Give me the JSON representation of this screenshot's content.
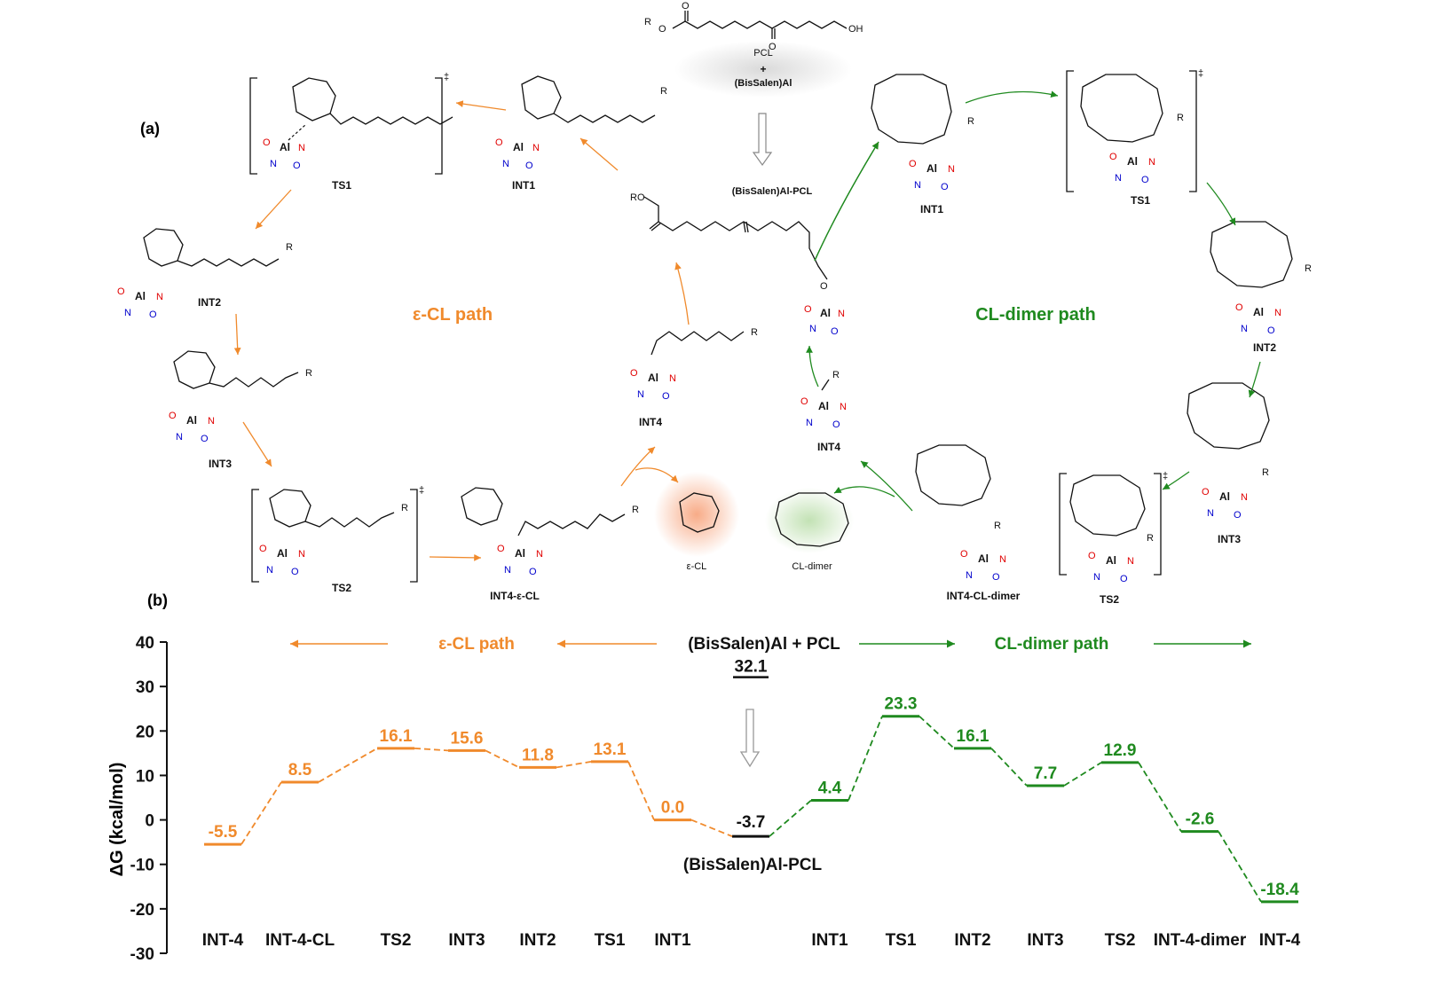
{
  "colors": {
    "ecl": "#f08a2c",
    "dimer": "#1f8a1f",
    "black": "#111111",
    "gray": "#999999"
  },
  "panel_a": {
    "label": "(a)",
    "ecl_path_label": "ε-CL path",
    "dimer_path_label": "CL-dimer path",
    "top_reactant": {
      "pcl": "PCL",
      "plus": "+",
      "catalyst": "(BisSalen)Al",
      "product": "(BisSalen)Al-PCL"
    },
    "atoms": {
      "O": "O",
      "N": "N",
      "Al": "Al",
      "R": "R",
      "OH": "OH",
      "dagger": "‡"
    },
    "ecl_species": [
      "TS1",
      "INT1",
      "INT2",
      "INT3",
      "TS2",
      "INT4-ε-CL",
      "INT4",
      "ε-CL"
    ],
    "dimer_species": [
      "INT1",
      "TS1",
      "INT2",
      "INT3",
      "TS2",
      "INT4-CL-dimer",
      "INT4",
      "CL-dimer"
    ]
  },
  "panel_b": {
    "label": "(b)",
    "top_center": "(BisSalen)Al  + PCL",
    "ecl_path_label": "ε-CL path",
    "dimer_path_label": "CL-dimer path",
    "center_bottom_label": "(BisSalen)Al-PCL"
  },
  "chart_data": {
    "type": "energy_profile",
    "ylabel": "ΔG (kcal/mol)",
    "ylim": [
      -30,
      40
    ],
    "yticks": [
      40,
      30,
      20,
      10,
      0,
      -10,
      -20,
      -30
    ],
    "reference": {
      "label": "(BisSalen)Al  + PCL",
      "value": 32.1,
      "value_label": "32.1"
    },
    "center": {
      "label": "(BisSalen)Al-PCL",
      "value": -3.7,
      "value_label": "-3.7"
    },
    "series": [
      {
        "name": "ε-CL path",
        "color": "#f08a2c",
        "categories": [
          "INT-4",
          "INT-4-CL",
          "TS2",
          "INT3",
          "INT2",
          "TS1",
          "INT1"
        ],
        "values": [
          -5.5,
          8.5,
          16.1,
          15.6,
          11.8,
          13.1,
          0.0
        ],
        "value_labels": [
          "-5.5",
          "8.5",
          "16.1",
          "15.6",
          "11.8",
          "13.1",
          "0.0"
        ]
      },
      {
        "name": "CL-dimer path",
        "color": "#1f8a1f",
        "categories": [
          "INT1",
          "TS1",
          "INT2",
          "INT3",
          "TS2",
          "INT-4-dimer",
          "INT-4"
        ],
        "values": [
          4.4,
          23.3,
          16.1,
          7.7,
          12.9,
          -2.6,
          -18.4
        ],
        "value_labels": [
          "4.4",
          "23.3",
          "16.1",
          "7.7",
          "12.9",
          "-2.6",
          "-18.4"
        ]
      }
    ]
  }
}
